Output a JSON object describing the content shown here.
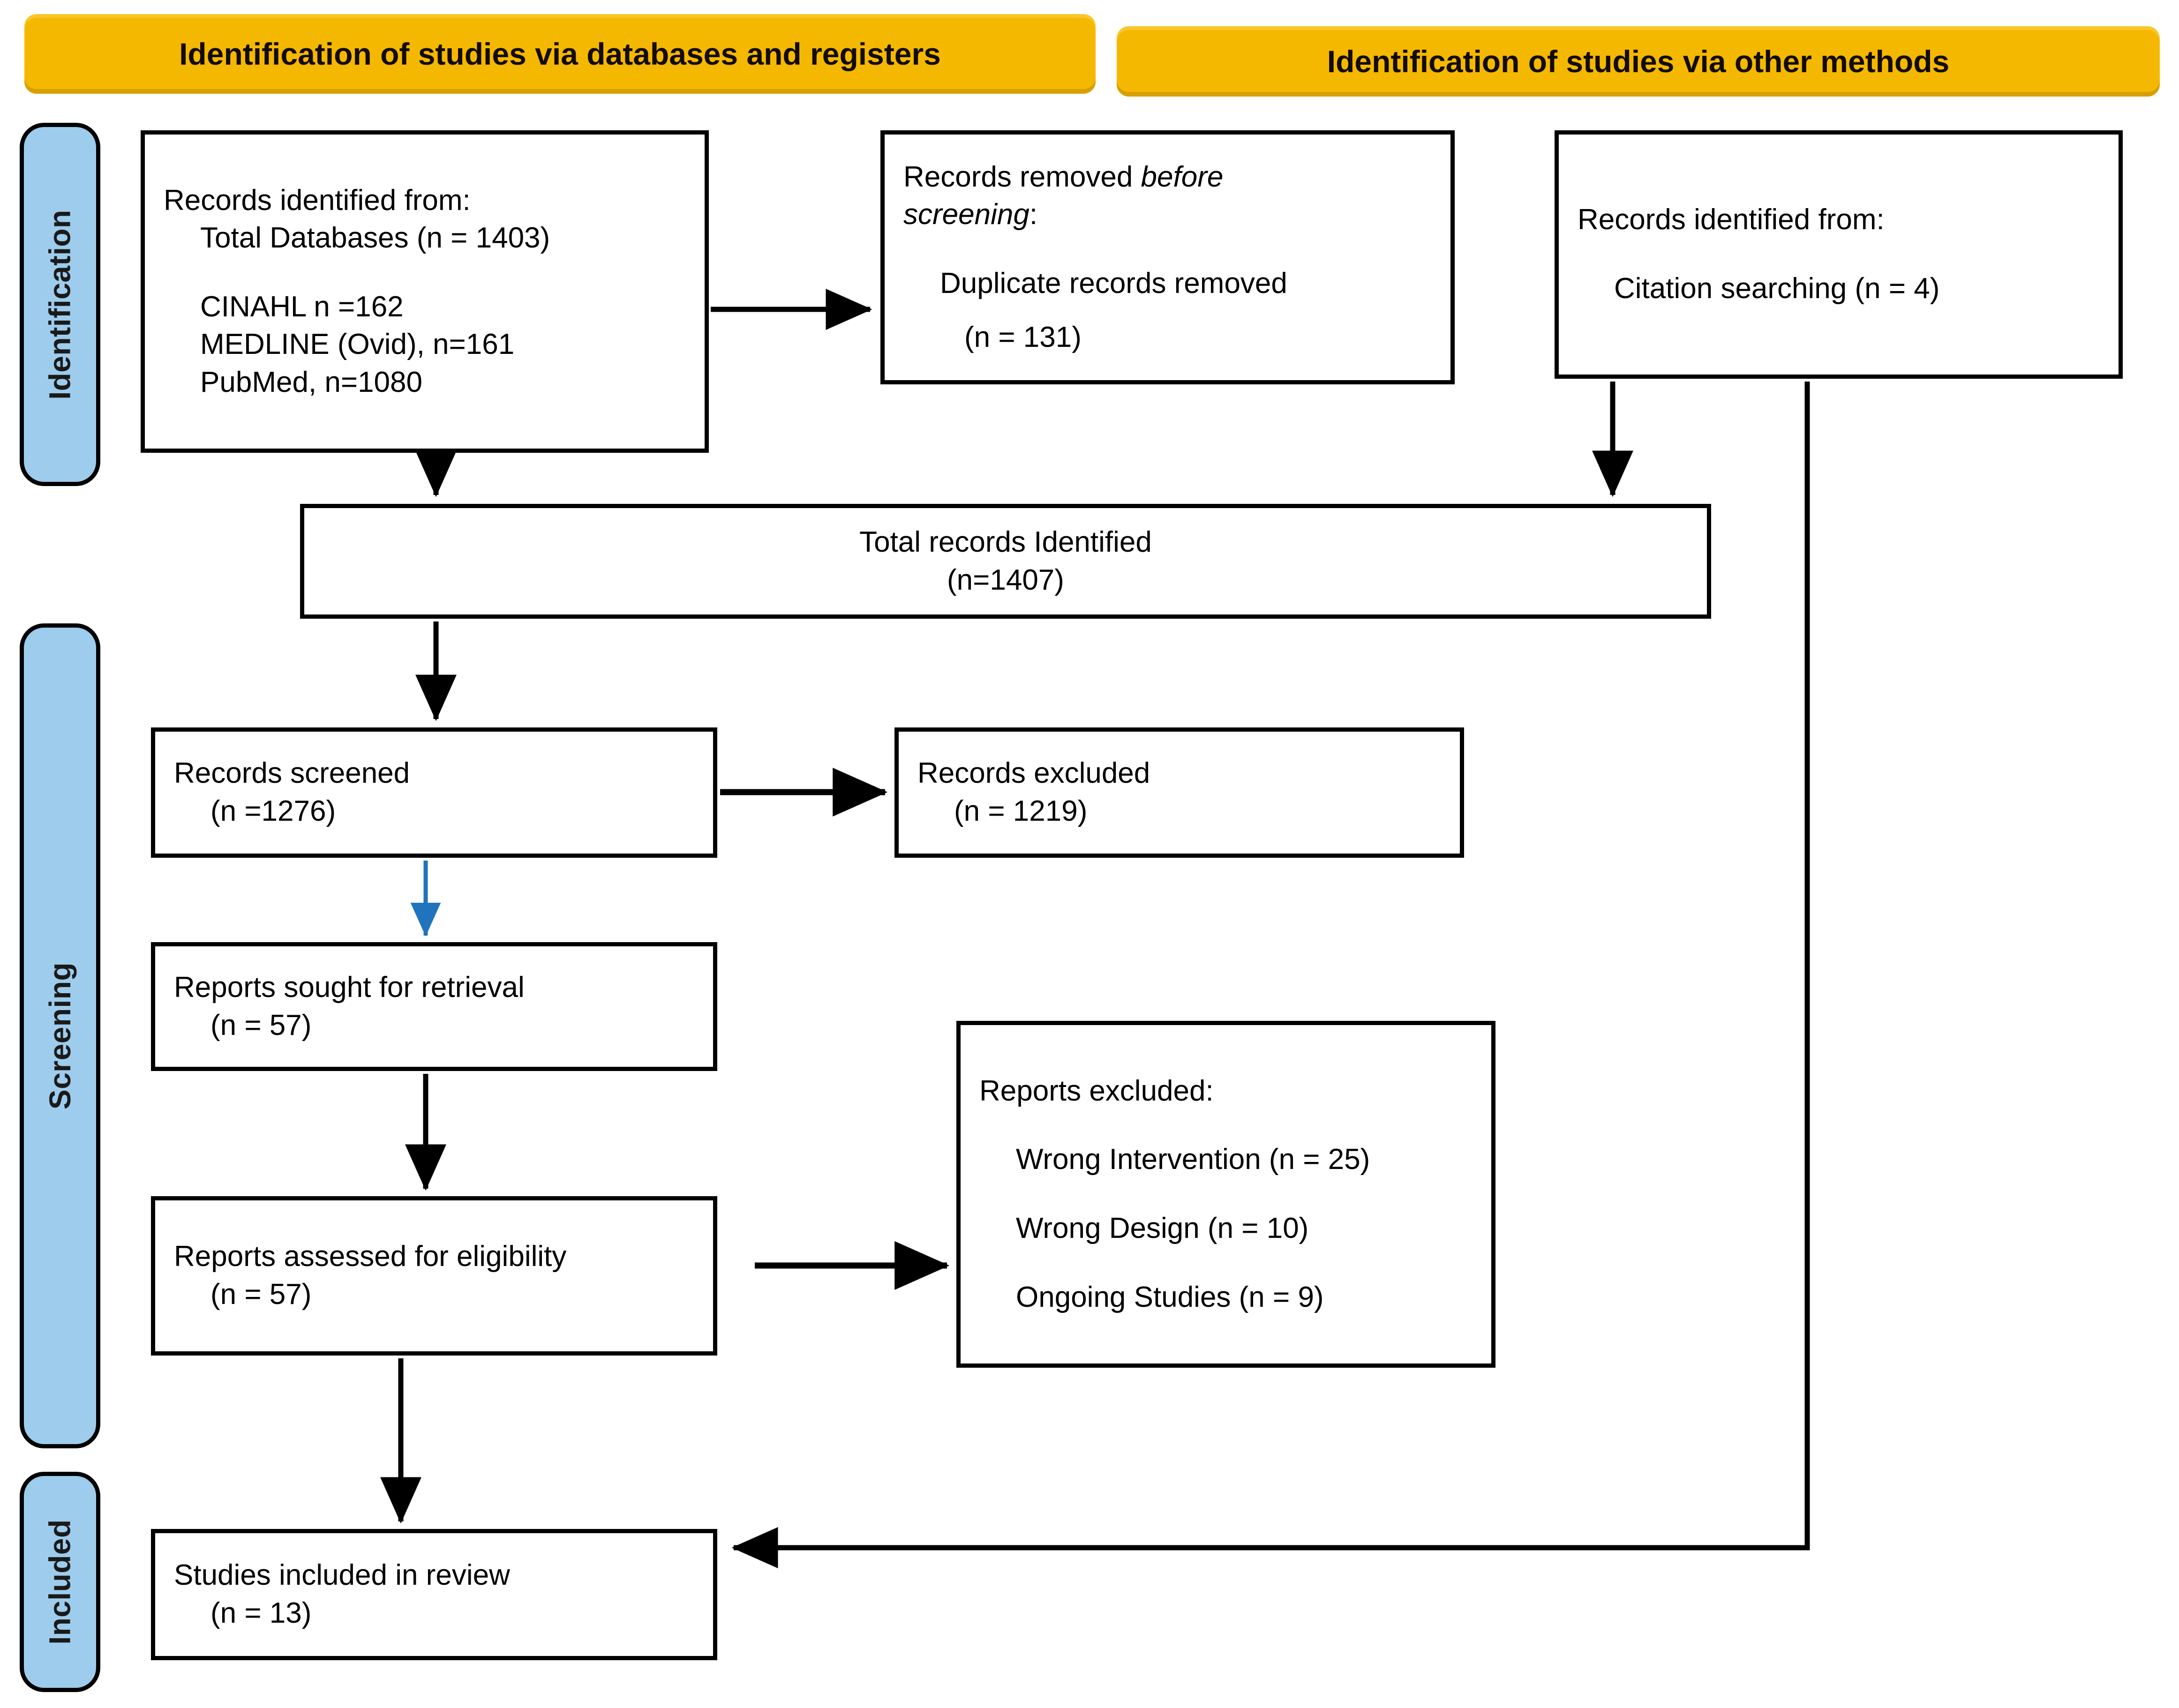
{
  "diagram": {
    "type": "prisma-flow-diagram",
    "title": "PRISMA 2020 flow diagram",
    "colors": {
      "banner_fill": "#F5B800",
      "stage_pill_fill": "#9DCCEC",
      "box_border": "#000000",
      "box_fill": "#FFFFFF",
      "blue_arrow": "#1F74BD",
      "text": "#000000"
    }
  },
  "banners": [
    {
      "id": "databases-registers",
      "label": "Identification of studies via databases and registers"
    },
    {
      "id": "other-methods",
      "label": "Identification of studies via other methods"
    }
  ],
  "stages": [
    {
      "id": "identification",
      "label": "Identification"
    },
    {
      "id": "screening",
      "label": "Screening"
    },
    {
      "id": "included",
      "label": "Included"
    }
  ],
  "boxes": {
    "records_identified_db": {
      "lines": [
        {
          "text": "Records identified from:",
          "indent": 0
        },
        {
          "text": "Total Databases (n = 1403)",
          "indent": 1
        },
        {
          "text": "",
          "indent": 0
        },
        {
          "text": "CINAHL n =162",
          "indent": 1
        },
        {
          "text": "MEDLINE (Ovid), n=161",
          "indent": 1
        },
        {
          "text": "PubMed, n=1080",
          "indent": 1
        }
      ]
    },
    "records_removed": {
      "lines": [
        {
          "text": "Records removed ",
          "italic_tail": "before",
          "indent": 0
        },
        {
          "text": "screening",
          "italic_head": true,
          "tail": ":",
          "indent": 0
        },
        {
          "text": "",
          "indent": 0
        },
        {
          "text": "Duplicate records removed",
          "indent": 1
        },
        {
          "text": "",
          "indent": 0
        },
        {
          "text": "(n = 131)",
          "indent": 2
        }
      ],
      "title_plain": "Records removed ",
      "title_italic": "before",
      "title_italic2": "screening",
      "title_colon": ":",
      "detail": "Duplicate records removed",
      "count": "(n = 131)"
    },
    "records_identified_other": {
      "lines": [
        {
          "text": "Records identified from:",
          "indent": 0
        },
        {
          "text": "",
          "indent": 0
        },
        {
          "text": "Citation searching (n = 4)",
          "indent": 1
        }
      ]
    },
    "total_records": {
      "line1": "Total records Identified",
      "line2": "(n=1407)"
    },
    "records_screened": {
      "line1": "Records screened",
      "line2": "(n =1276)"
    },
    "records_excluded": {
      "line1": "Records excluded",
      "line2": "(n = 1219)"
    },
    "reports_sought": {
      "line1": "Reports sought for retrieval",
      "line2": "(n = 57)"
    },
    "reports_excluded": {
      "title": "Reports excluded:",
      "items": [
        "Wrong Intervention (n = 25)",
        "Wrong Design (n = 10)",
        "Ongoing Studies (n = 9)"
      ]
    },
    "reports_assessed": {
      "line1": "Reports assessed for eligibility",
      "line2": "(n = 57)"
    },
    "studies_included": {
      "line1": "Studies included in review",
      "line2": "(n = 13)"
    }
  }
}
